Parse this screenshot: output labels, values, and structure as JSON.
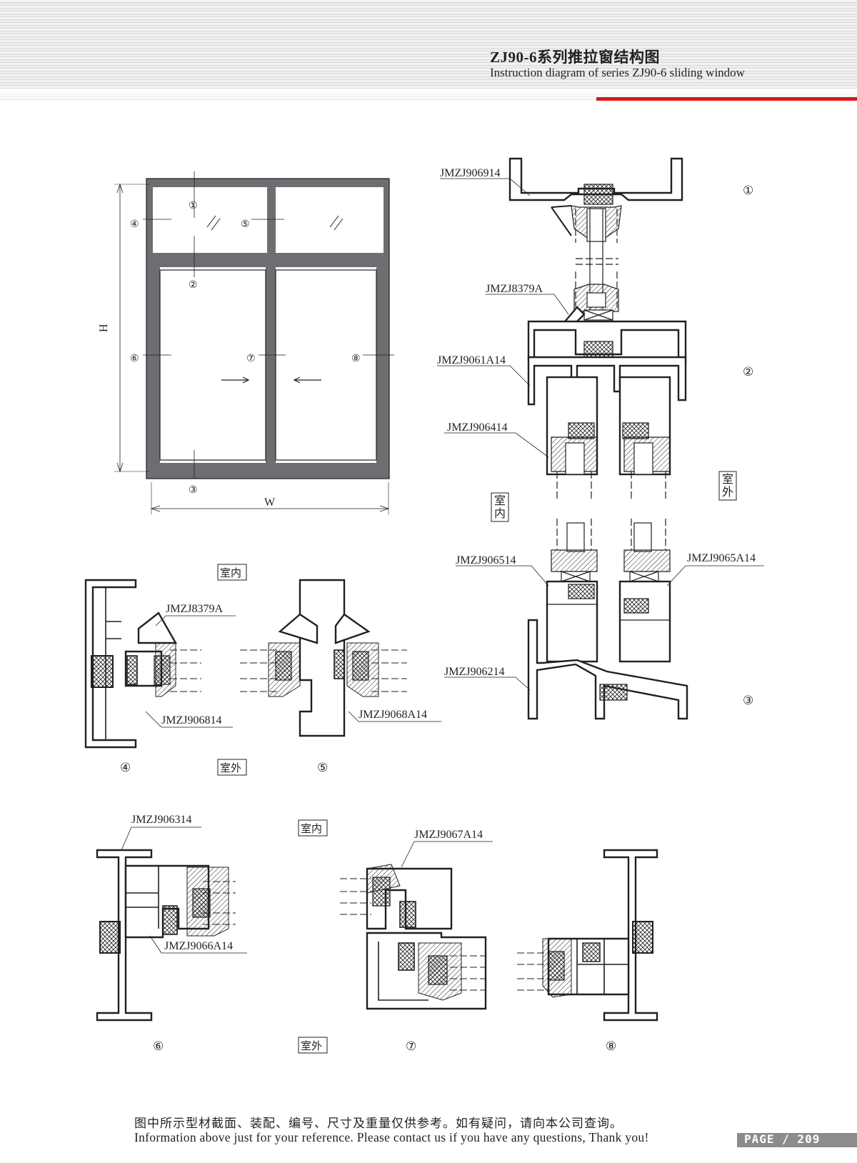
{
  "header": {
    "title": "ZJ90-6系列推拉窗结构图",
    "subtitle": "Instruction diagram of series ZJ90-6 sliding window"
  },
  "elevation": {
    "dim_h": "H",
    "dim_w": "W",
    "markers": [
      "①",
      "②",
      "③",
      "④",
      "⑤",
      "⑥",
      "⑦",
      "⑧"
    ]
  },
  "parts": {
    "p1": "JMZJ906914",
    "p2": "JMZJ8379A",
    "p3": "JMZJ9061A14",
    "p4": "JMZJ906414",
    "p5": "JMZJ906514",
    "p6": "JMZJ9065A14",
    "p7": "JMZJ906214",
    "p8": "JMZJ8379A",
    "p9": "JMZJ906814",
    "p10": "JMZJ9068A14",
    "p11": "JMZJ906314",
    "p12": "JMZJ9066A14",
    "p13": "JMZJ9067A14"
  },
  "side_labels": {
    "indoor": "室内",
    "outdoor": "室外"
  },
  "section_numbers": {
    "s1": "①",
    "s2": "②",
    "s3": "③",
    "s4": "④",
    "s5": "⑤",
    "s6": "⑥",
    "s7": "⑦",
    "s8": "⑧"
  },
  "footer": {
    "cn": "图中所示型材截面、装配、编号、尺寸及重量仅供参考。如有疑问，请向本公司查询。",
    "en": "Information above just for your reference. Please contact us if you have any questions, Thank you!",
    "page": "PAGE / 209"
  },
  "colors": {
    "accent_red": "#d71920",
    "frame_gray": "#6d6e71",
    "line": "#231f20"
  }
}
